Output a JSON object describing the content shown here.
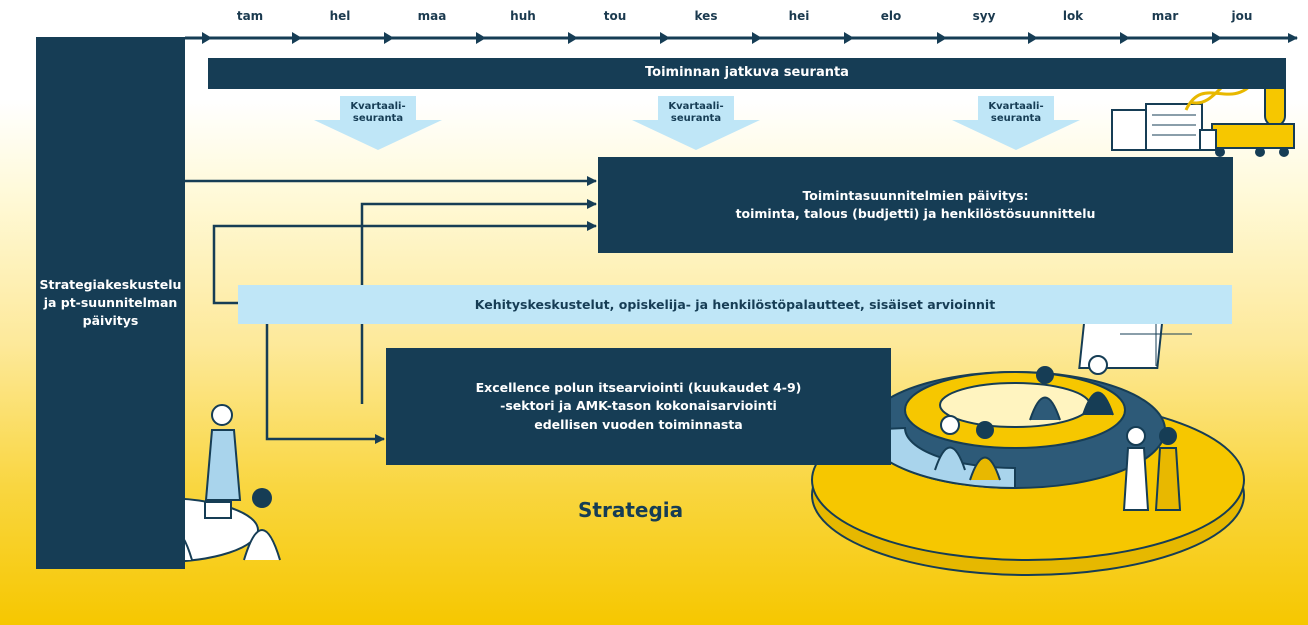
{
  "months": [
    "tam",
    "hel",
    "maa",
    "huh",
    "tou",
    "kes",
    "hei",
    "elo",
    "syy",
    "lok",
    "mar",
    "jou"
  ],
  "strategy_column": "Strategiakeskustelu\nja pt-suunnitelman\npäivitys",
  "monitoring_bar": "Toiminnan jatkuva seuranta",
  "quarterly_label": "Kvartaali-\nseuranta",
  "action_plan_update": "Toimintasuunnitelmien päivitys:\ntoiminta, talous (budjetti) ja henkilöstösuunnittelu",
  "development_bar": "Kehityskeskustelut, opiskelija- ja henkilöstöpalautteet, sisäiset arvioinnit",
  "excellence_box": "Excellence polun itsearviointi (kuukaudet 4-9)\n-sektori ja AMK-tason kokonaisarviointi\nedellisen vuoden toiminnasta",
  "strategy_title": "Strategia",
  "colors": {
    "navy": "#163d55",
    "light_blue": "#bfe6f7",
    "yellow": "#f6c700"
  }
}
